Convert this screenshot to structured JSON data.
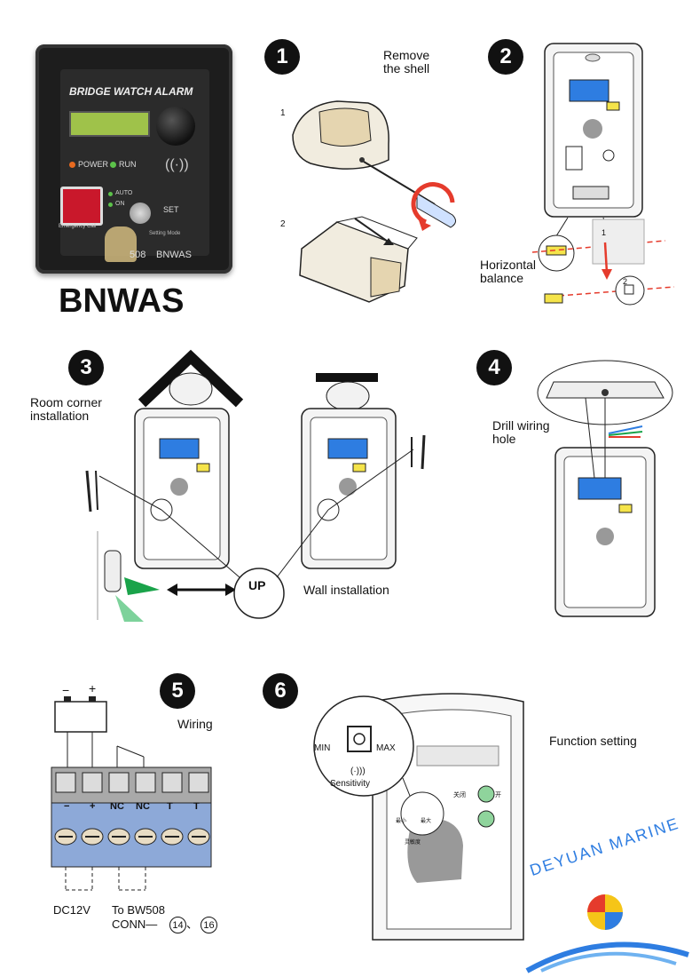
{
  "product": {
    "panel_title": "BRIDGE WATCH ALARM",
    "power_label": "POWER",
    "run_label": "RUN",
    "auto_label": "AUTO",
    "on_label": "ON",
    "set_label": "SET",
    "emergency_label": "Emergency Call",
    "setting_mode_label": "Setting Mode",
    "model_partial": "508",
    "model_name": "BNWAS",
    "caption": "BNWAS"
  },
  "steps": [
    {
      "number": "1",
      "title": "Remove\nthe shell",
      "sub_labels": [
        "1",
        "2"
      ]
    },
    {
      "number": "2",
      "title": "Horizontal\nbalance",
      "sub_labels": [
        "1",
        "2"
      ]
    },
    {
      "number": "3",
      "title": "Room corner\ninstallation",
      "wall_label": "Wall installation",
      "up_label": "UP"
    },
    {
      "number": "4",
      "title": "Drill wiring\nhole"
    },
    {
      "number": "5",
      "title": "Wiring",
      "battery": {
        "minus": "−",
        "plus": "+"
      },
      "terminals": [
        "−",
        "+",
        "NC",
        "NC",
        "T",
        "T"
      ],
      "dc_label": "DC12V",
      "to_label": "To BW508",
      "conn_label": "CONN—",
      "conn_numbers": [
        "14",
        "16"
      ],
      "conn_sep": "、"
    },
    {
      "number": "6",
      "title": "Function setting",
      "min_label": "MIN",
      "max_label": "MAX",
      "sensitivity_label": "Sensitivity",
      "cn_off": "关闭",
      "cn_on": "开",
      "cn_min": "最小",
      "cn_max": "最大",
      "cn_sens": "灵敏度"
    }
  ],
  "brand": {
    "name": "DEYUAN MARINE"
  },
  "colors": {
    "accent_red": "#e53b2c",
    "accent_blue": "#2e7de1",
    "accent_yellow": "#f5c518",
    "terminal_blue": "#8da9d8",
    "screen_green": "#9fc24a"
  }
}
